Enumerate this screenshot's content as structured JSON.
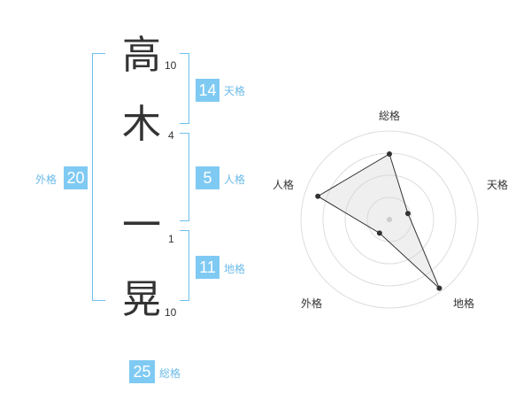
{
  "name_chars": [
    {
      "char": "高",
      "strokes": "10"
    },
    {
      "char": "木",
      "strokes": "4"
    },
    {
      "char": "一",
      "strokes": "1"
    },
    {
      "char": "晃",
      "strokes": "10"
    }
  ],
  "fortune": {
    "tenkaku": {
      "value": "14",
      "label": "天格"
    },
    "jinkaku": {
      "value": "5",
      "label": "人格"
    },
    "chikaku": {
      "value": "11",
      "label": "地格"
    },
    "gaikaku": {
      "value": "20",
      "label": "外格"
    },
    "soukaku": {
      "value": "25",
      "label": "総格"
    }
  },
  "colors": {
    "accent": "#7fcaf3",
    "bracket": "#6cc0ef",
    "text": "#333333"
  },
  "chart_data": {
    "type": "radar",
    "axes": [
      "総格",
      "天格",
      "地格",
      "外格",
      "人格"
    ],
    "values": [
      0.74,
      0.22,
      0.96,
      0.19,
      0.85
    ],
    "max": 1,
    "rings": 4,
    "grid": true
  }
}
